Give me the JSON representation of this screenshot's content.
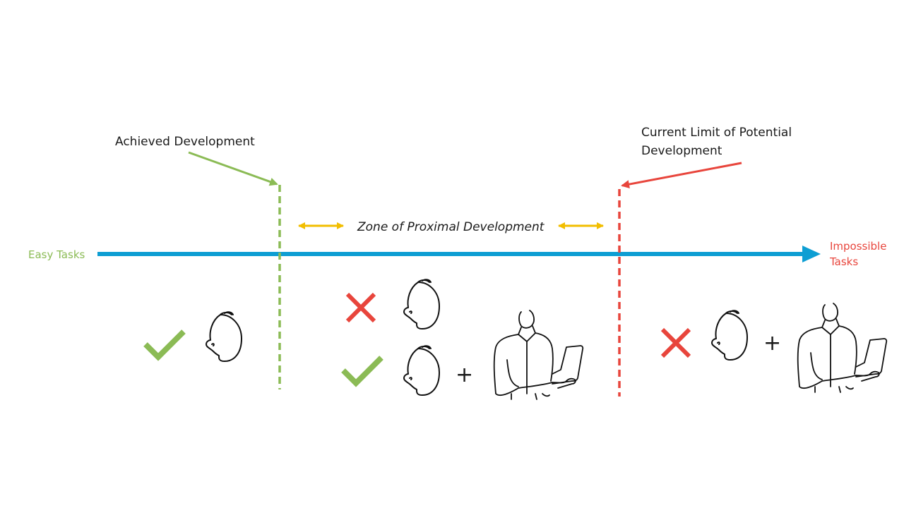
{
  "labels": {
    "easy": "Easy Tasks",
    "impossible_line1": "Impossible",
    "impossible_line2": "Tasks",
    "achieved": "Achieved Development",
    "limit_line1": "Current Limit of Potential",
    "limit_line2": "Development",
    "zone": "Zone of Proximal Development"
  },
  "symbols": {
    "plus": "+"
  },
  "colors": {
    "green": "#8bbb55",
    "red": "#e8453c",
    "blue": "#0d9ed3",
    "yellow": "#f2be00"
  },
  "icons": {
    "check": "check-icon",
    "cross": "cross-icon",
    "head": "child-head-icon",
    "helper": "adult-with-laptop-icon"
  }
}
